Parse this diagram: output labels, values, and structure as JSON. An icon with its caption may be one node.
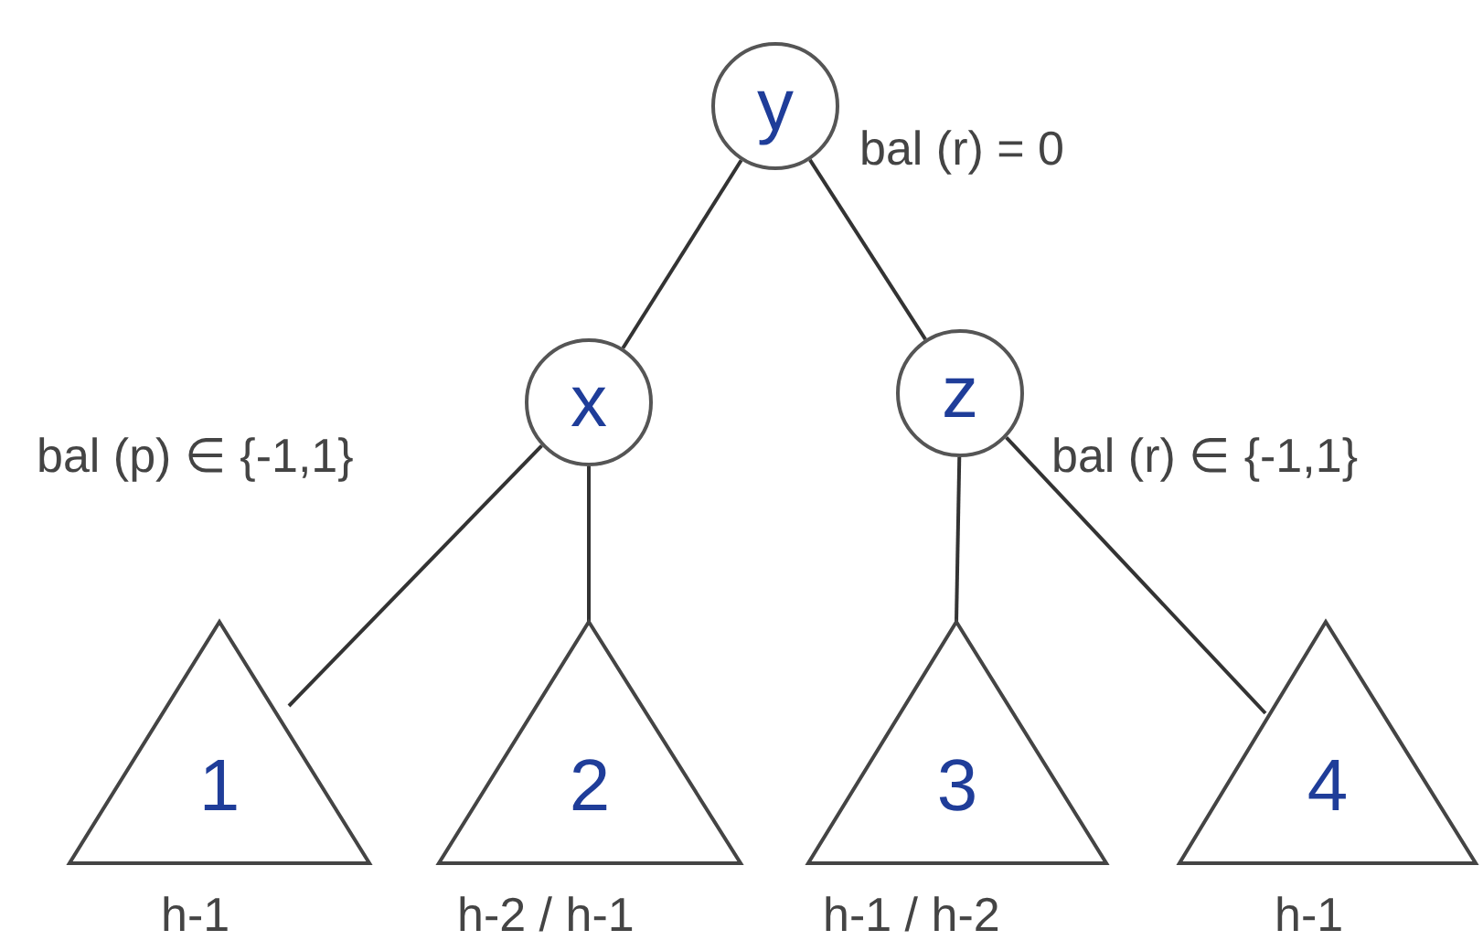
{
  "diagram": {
    "nodes": [
      {
        "text": [
          "y"
        ],
        "beside": [
          "bal (r) = 0"
        ]
      },
      {
        "text": [
          "x"
        ],
        "beside": [
          "bal (p) ∈ {-1,1}"
        ]
      },
      {
        "text": [
          "z"
        ],
        "beside": [
          "bal (r) ∈ {-1,1}"
        ]
      },
      {
        "text": [
          "1"
        ],
        "beside": [
          "h-1"
        ]
      },
      {
        "text": [
          "2"
        ],
        "beside": [
          "h-2 / h-1"
        ]
      },
      {
        "text": [
          "3"
        ],
        "beside": [
          "h-1 / h-2"
        ]
      },
      {
        "text": [
          "4"
        ],
        "beside": [
          "h-1"
        ]
      }
    ],
    "edges": [
      {
        "from": 0,
        "to": 1,
        "arrow": "none"
      },
      {
        "from": 0,
        "to": 2,
        "arrow": "none"
      },
      {
        "from": 1,
        "to": 3,
        "arrow": "none"
      },
      {
        "from": 1,
        "to": 4,
        "arrow": "none"
      },
      {
        "from": 2,
        "to": 5,
        "arrow": "none"
      },
      {
        "from": 2,
        "to": 6,
        "arrow": "none"
      }
    ]
  }
}
